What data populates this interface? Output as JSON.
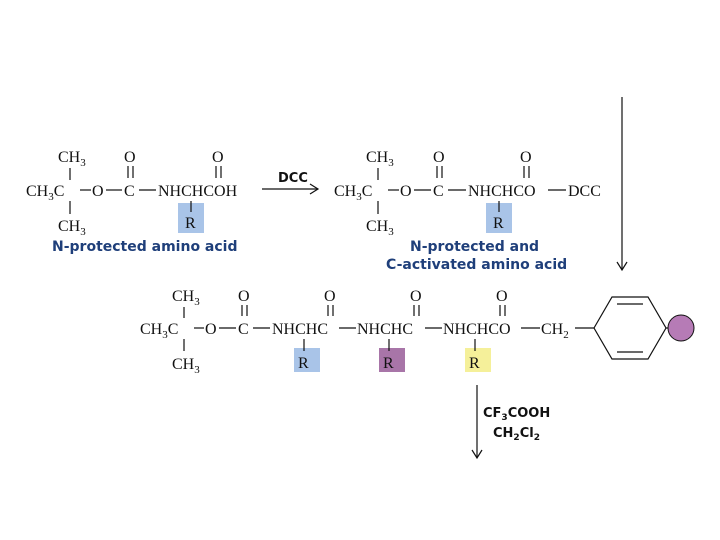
{
  "colors": {
    "caption": "#1f3f7a",
    "highlight_blue": "#a9c4e8",
    "highlight_purple": "#a875a8",
    "highlight_yellow": "#f5f09a",
    "resin_bead": "#b67bb6",
    "ink": "#111111"
  },
  "icons": {
    "resin_bead": "purple-circle",
    "benzene_ring": "hexagon"
  },
  "labels": {
    "ch3": "CH",
    "three": "3",
    "ch": "CH",
    "o": "O",
    "c": "C",
    "r": "R",
    "nhchcoh": "NHCHCOH",
    "nhchco": "NHCHCO",
    "nhchc": "NHCHC",
    "dcc": "DCC",
    "ch2": "CH",
    "two": "2"
  },
  "reaction": {
    "reagent": "DCC"
  },
  "captions": {
    "protected_amino_acid": "N-protected amino acid",
    "activated_line1": "N-protected and",
    "activated_line2": "C-activated amino acid"
  },
  "deprotection": {
    "cf3cooh": {
      "a": "CF",
      "sub": "3",
      "b": "COOH"
    },
    "ch2cl2": {
      "a": "CH",
      "sub1": "2",
      "b": "Cl",
      "sub2": "2"
    }
  }
}
